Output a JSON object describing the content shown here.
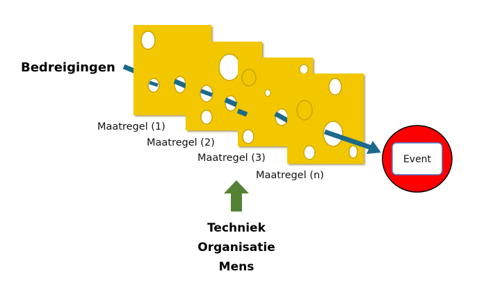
{
  "threats_label": "Bedreigingen",
  "layers": [
    {
      "label": "Maatregel (1)"
    },
    {
      "label": "Maatregel (2)"
    },
    {
      "label": "Maatregel (3)"
    },
    {
      "label": "Maatregel (n)"
    }
  ],
  "event_label": "Event",
  "factors": [
    "Techniek",
    "Organisatie",
    "Mens"
  ],
  "colors": {
    "cheese": "#f2c700",
    "cheese_edge": "#c9a400",
    "threat_arrow": "#1b6a8a",
    "event_circle": "#ff0000",
    "event_box_border": "#4472c4",
    "factor_arrow": "#548235"
  }
}
